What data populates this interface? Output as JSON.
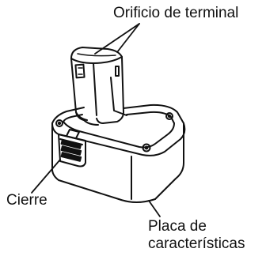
{
  "figure": {
    "labels": {
      "terminal": "Orificio de terminal",
      "latch": "Cierre",
      "nameplate_line1": "Placa de",
      "nameplate_line2": "características"
    }
  }
}
